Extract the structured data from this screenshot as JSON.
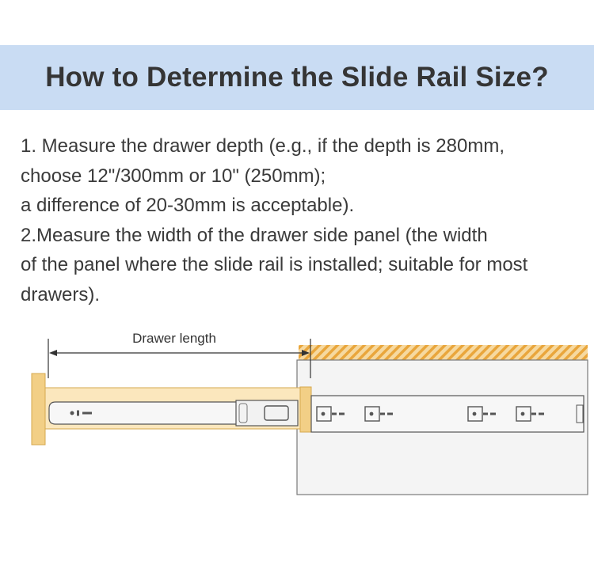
{
  "header": {
    "title": "How to Determine the Slide Rail Size?",
    "background": "#c9dcf3"
  },
  "instructions": {
    "lines": [
      "1. Measure the drawer depth (e.g., if the depth is 280mm,",
      "choose 12\"/300mm or 10\" (250mm);",
      "a difference of 20-30mm is acceptable).",
      "2.Measure the width of the drawer side panel (the width",
      "of the panel where the slide rail is installed; suitable for most",
      "drawers)."
    ]
  },
  "diagram": {
    "dimension_label": "Drawer length",
    "colors": {
      "wood": "#f2cf86",
      "wood_edge": "#d6a84f",
      "hatch": "#e9a63c",
      "rail": "#f4f4f4",
      "outline": "#555555"
    }
  }
}
